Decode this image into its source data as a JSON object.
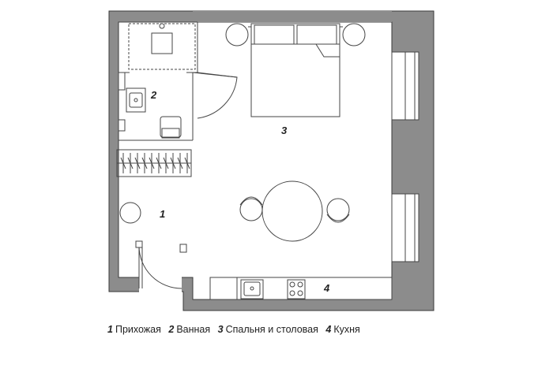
{
  "rooms": [
    {
      "number": "1",
      "name": "Прихожая"
    },
    {
      "number": "2",
      "name": "Ванная"
    },
    {
      "number": "3",
      "name": "Спальня и столовая"
    },
    {
      "number": "4",
      "name": "Кухня"
    }
  ],
  "colors": {
    "wall": "#8c8c8c",
    "wall_outline": "#3a3a3a",
    "line": "#444444",
    "text": "#222222"
  }
}
